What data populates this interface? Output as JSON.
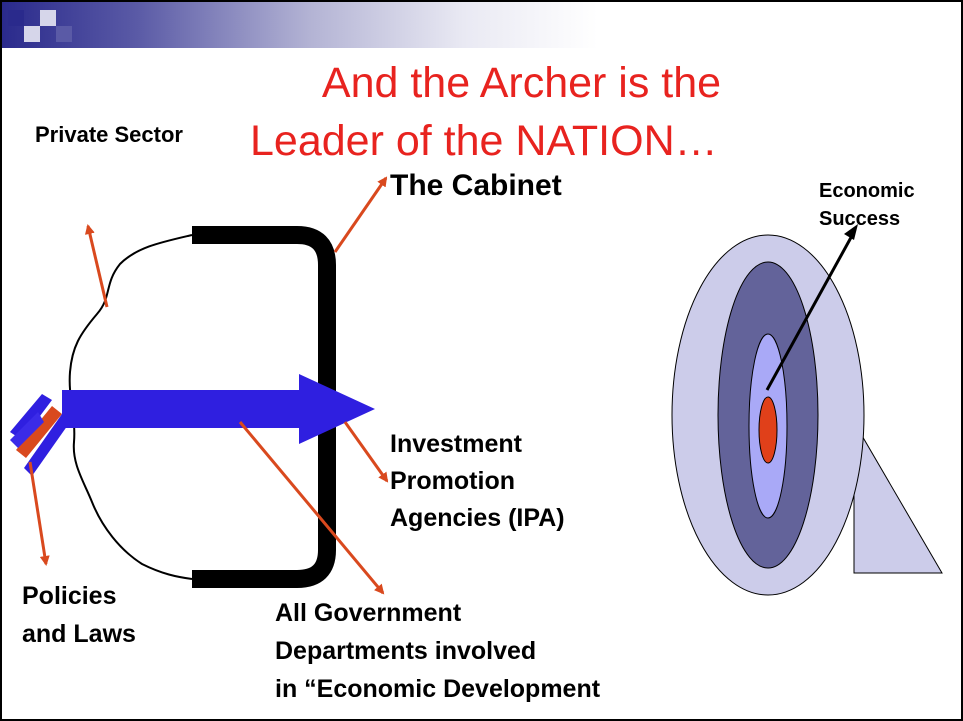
{
  "slide": {
    "title_line1": "And the Archer is the",
    "title_line2": "Leader of the NATION…",
    "labels": {
      "private_sector": "Private Sector",
      "the_cabinet": "The Cabinet",
      "economic_success_line1": "Economic",
      "economic_success_line2": "Success",
      "ipa_line1": "Investment",
      "ipa_line2": "Promotion",
      "ipa_line3": "Agencies (IPA)",
      "policies_line1": "Policies",
      "policies_line2": "and Laws",
      "govt_line1": "All Government",
      "govt_line2": "Departments involved",
      "govt_line3": "in “Economic Development"
    }
  },
  "colors": {
    "title": "#e8231f",
    "pointer_arrow": "#d9491e",
    "main_arrow": "#2f1fe0",
    "bow": "#000000",
    "target_outer": "#ccccea",
    "target_mid": "#63639a",
    "target_inner": "#a9a9f7",
    "bullseye": "#e0401a"
  }
}
